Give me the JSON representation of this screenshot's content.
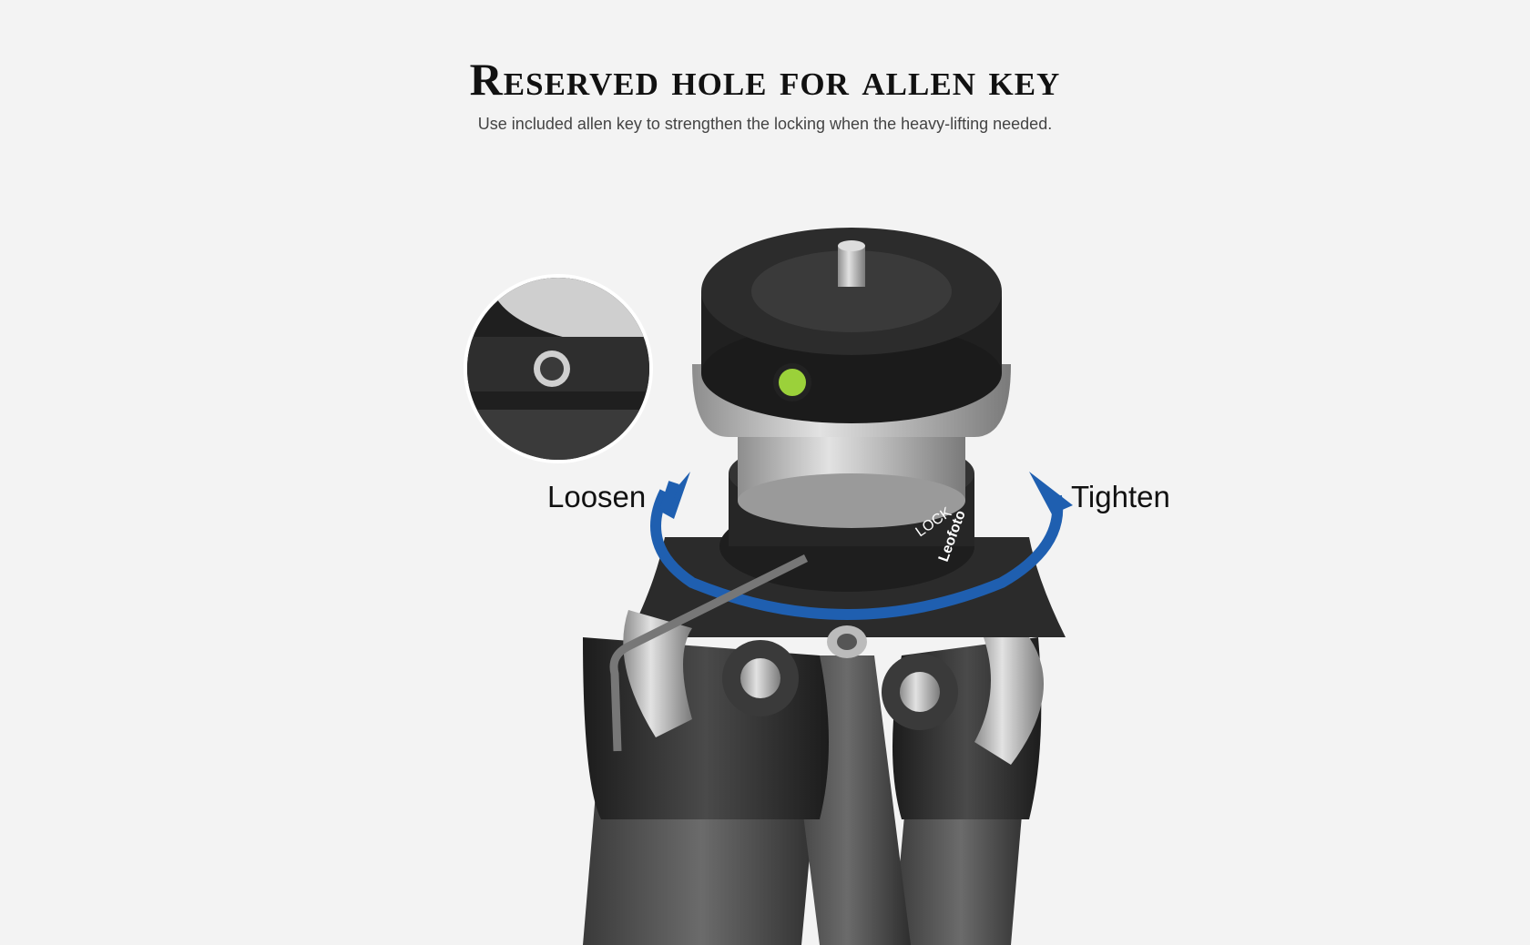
{
  "header": {
    "title": "Reserved hole for allen key",
    "subtitle": "Use included allen key to strengthen the locking when the heavy-lifting needed."
  },
  "labels": {
    "loosen": "Loosen",
    "tighten": "Tighten",
    "lock": "LOCK",
    "brand": "Leofoto"
  },
  "colors": {
    "background": "#f3f3f3",
    "arrow": "#1f5fb0",
    "metal_dark": "#2a2a2a",
    "metal_silver": "#b9b9b9"
  }
}
